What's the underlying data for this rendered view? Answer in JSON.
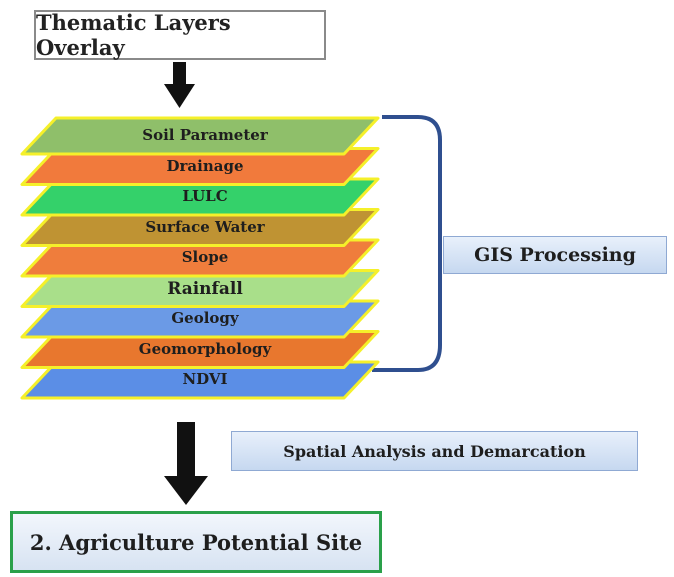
{
  "title": "Thematic Layers Overlay",
  "layers": [
    {
      "label": "NDVI",
      "color": "#5b8ee6"
    },
    {
      "label": "Geomorphology",
      "color": "#e8772e"
    },
    {
      "label": "Geology",
      "color": "#6b9ae6"
    },
    {
      "label": "Rainfall",
      "color": "#a9df8a"
    },
    {
      "label": "Slope",
      "color": "#ef7d3c"
    },
    {
      "label": "Surface Water",
      "color": "#bf9333"
    },
    {
      "label": "LULC",
      "color": "#34d16a"
    },
    {
      "label": "Drainage",
      "color": "#f17a3c"
    },
    {
      "label": "Soil Parameter",
      "color": "#8fbf6a"
    }
  ],
  "layer_border_color": "#f5f02a",
  "bracket_color": "#2f4f8f",
  "gis_label": "GIS Processing",
  "spatial_label": "Spatial Analysis and Demarcation",
  "result_label": "2. Agriculture Potential Site",
  "result_border_color": "#2aa04a"
}
